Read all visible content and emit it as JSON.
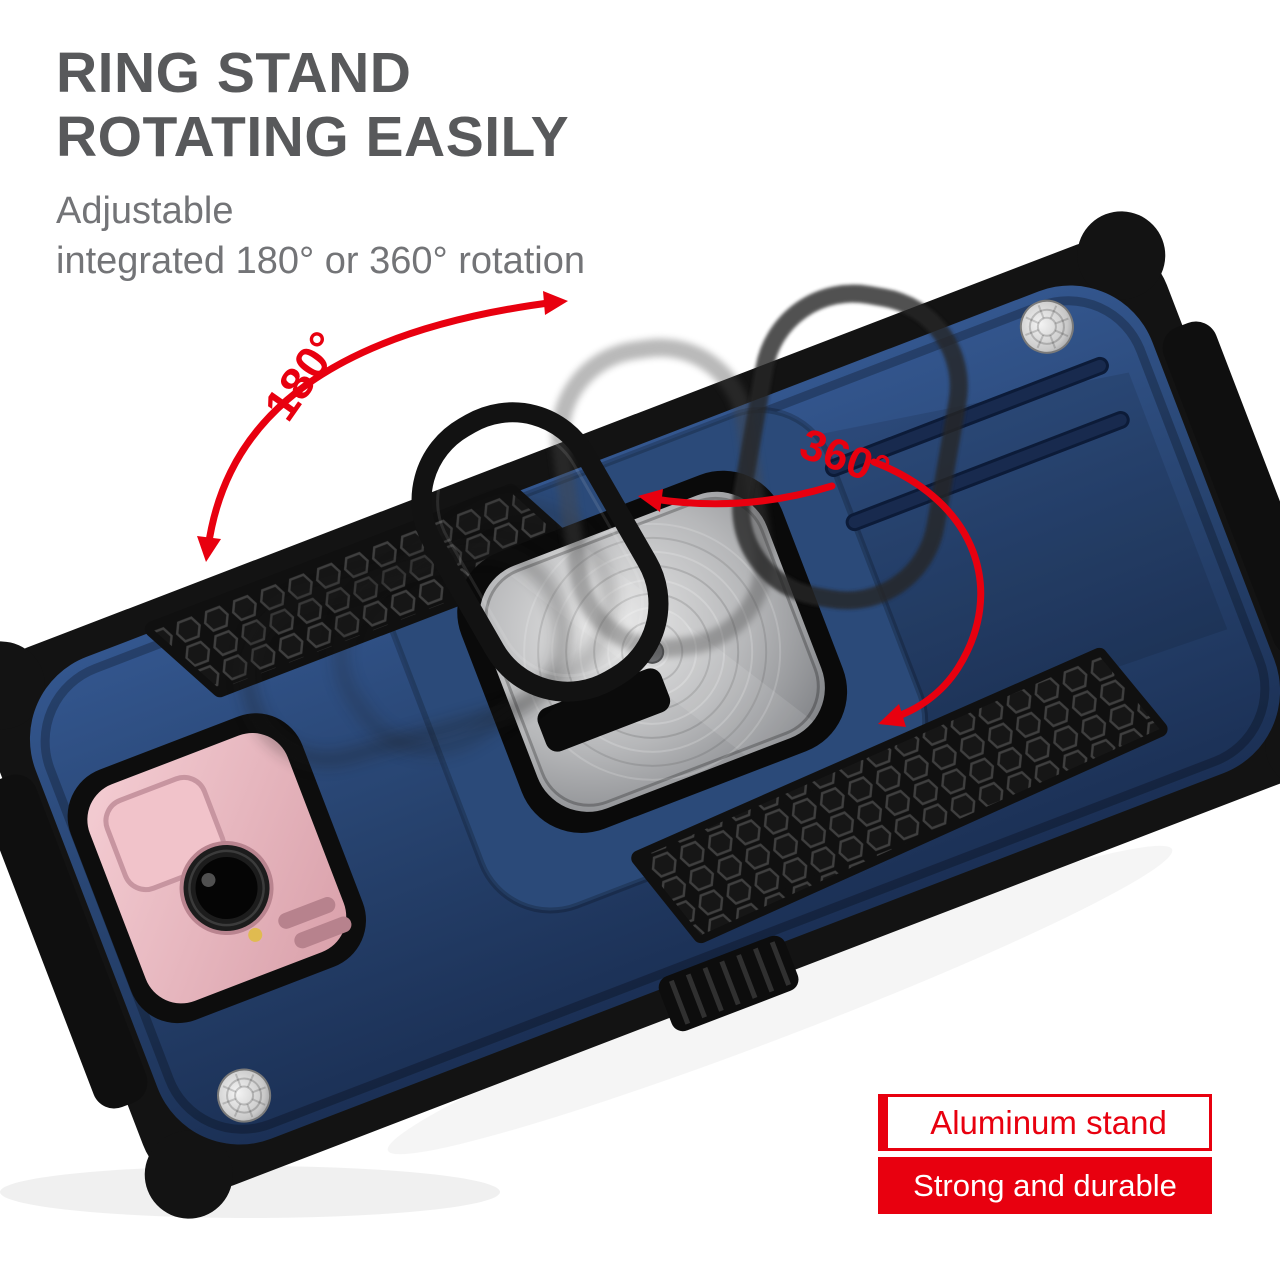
{
  "header": {
    "title_line1": "RING STAND",
    "title_line2": "ROTATING EASILY",
    "subtitle_line1": "Adjustable",
    "subtitle_line2": "integrated 180° or 360° rotation"
  },
  "annotations": {
    "rotation_180_label": "180°",
    "rotation_360_label": "360°"
  },
  "callouts": {
    "aluminum_stand": "Aluminum stand",
    "strong_durable": "Strong and durable"
  },
  "colors": {
    "accent_red": "#e8000f",
    "heading_gray": "#58595b",
    "subtitle_gray": "#737477",
    "case_blue": "#27436f",
    "bumper_black": "#131313",
    "phone_pink": "#e8b7bf",
    "metal_silver": "#b9babc"
  }
}
